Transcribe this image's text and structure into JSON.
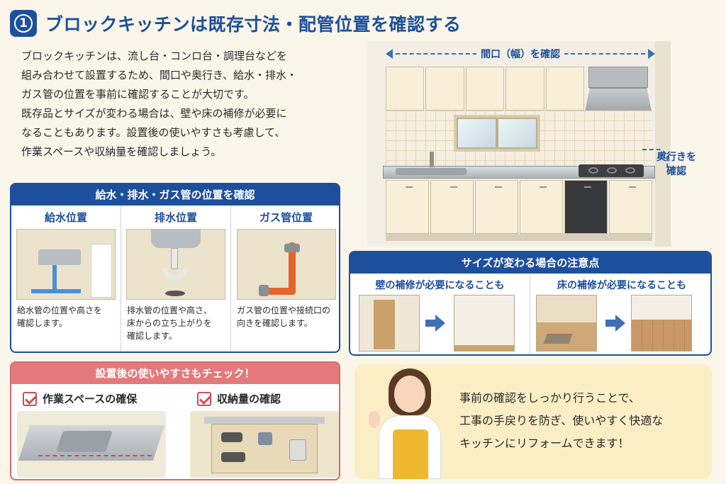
{
  "header": {
    "number": "1",
    "title": "ブロックキッチンは既存寸法・配管位置を確認する"
  },
  "intro": {
    "lines": [
      "ブロックキッチンは、流し台・コンロ台・調理台などを",
      "組み合わせて設置するため、間口や奥行き、給水・排水・",
      "ガス管の位置を事前に確認することが大切です。",
      "既存品とサイズが変わる場合は、壁や床の補修が必要に",
      "なることもあります。設置後の使いやすさも考慮して、",
      "作業スペースや収納量を確認しましょう。"
    ]
  },
  "kitchen": {
    "width_label": "間口（幅）を確認",
    "depth_label_1": "奥行きを",
    "depth_label_2": "確認"
  },
  "pipes": {
    "title": "給水・排水・ガス管の位置を確認",
    "columns": [
      {
        "heading": "給水位置",
        "desc": [
          "給水管の位置や高さを",
          "確認します。"
        ]
      },
      {
        "heading": "排水位置",
        "desc": [
          "排水管の位置や高さ、",
          "床からの立ち上がりを",
          "確認します。"
        ]
      },
      {
        "heading": "ガス管位置",
        "desc": [
          "ガス管の位置や接続口の",
          "向きを確認します。"
        ]
      }
    ]
  },
  "size_change": {
    "title": "サイズが変わる場合の注意点",
    "wall": "壁の補修が必要になることも",
    "floor": "床の補修が必要になることも"
  },
  "usability": {
    "title": "設置後の使いやすさもチェック！",
    "items": [
      "作業スペースの確保",
      "収納量の確認"
    ]
  },
  "message": {
    "lines": [
      "事前の確認をしっかり行うことで、",
      "工事の手戻りを防ぎ、使いやすく快適な",
      "キッチンにリフォームできます！"
    ]
  },
  "colors": {
    "primary": "#1d4f9c",
    "accent_red": "#e4797c",
    "message_bg": "#fbeec5",
    "background": "#fbf6ea"
  }
}
